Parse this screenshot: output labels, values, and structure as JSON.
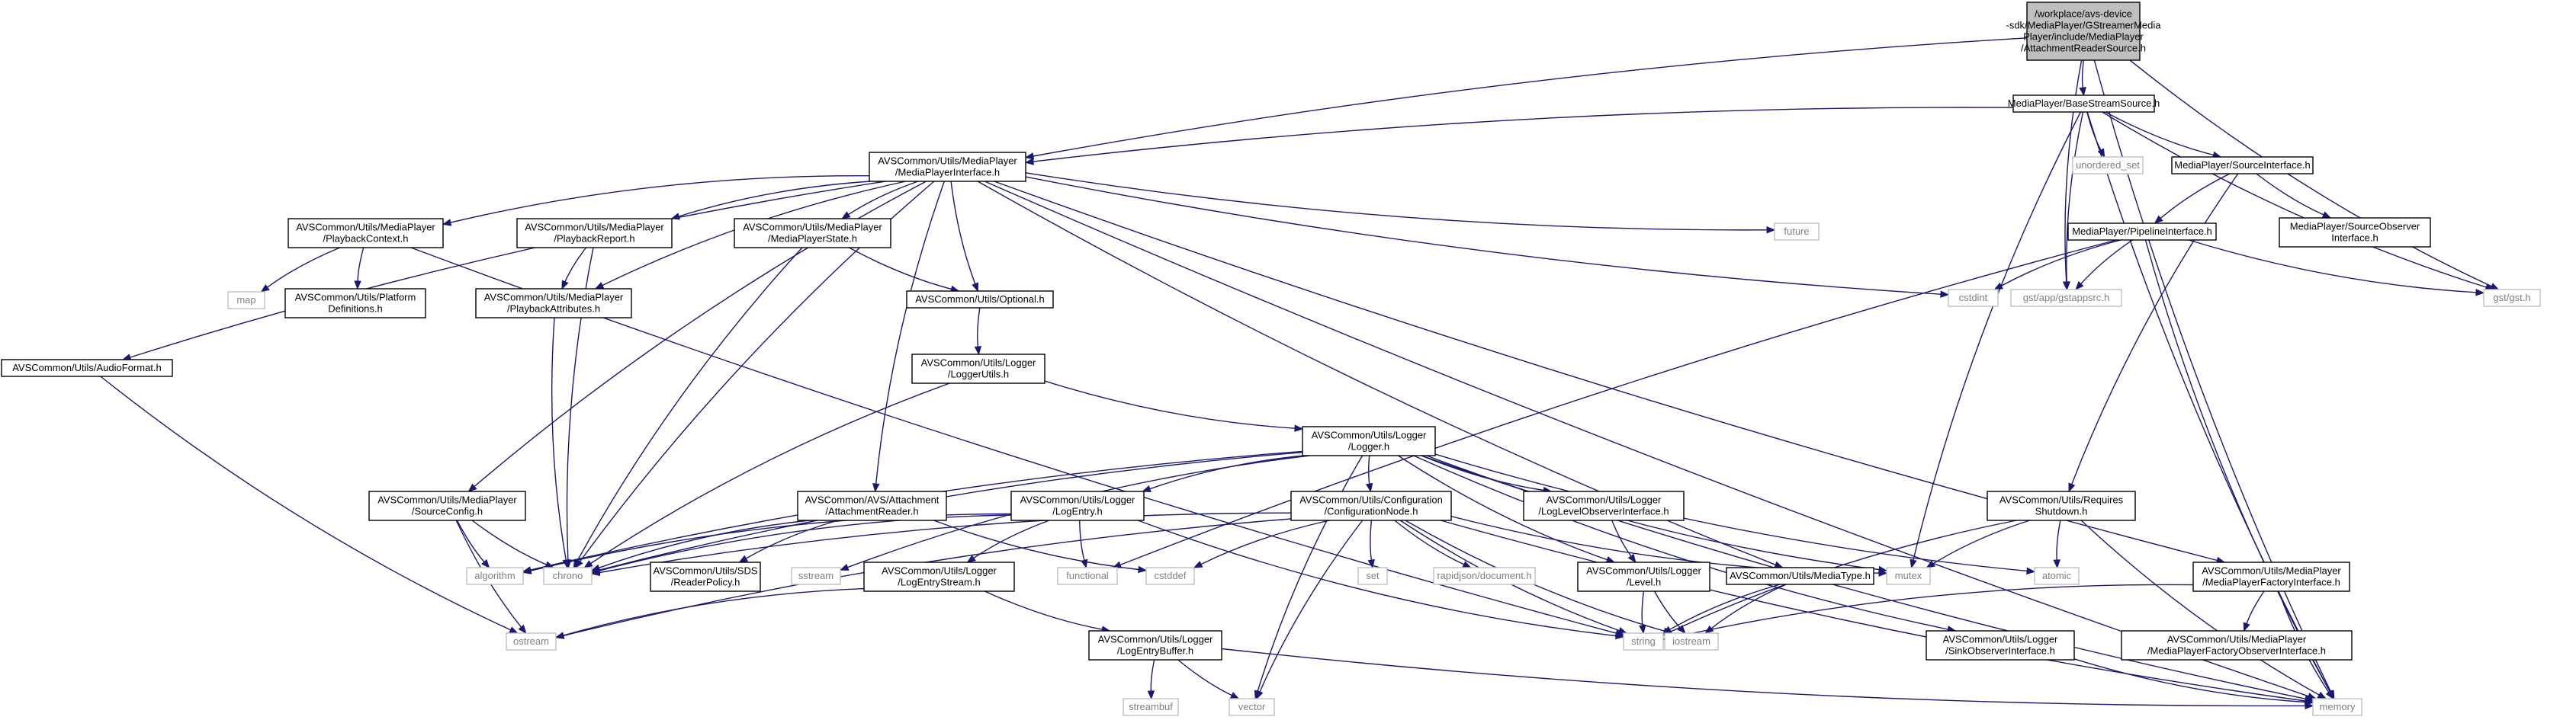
{
  "colors": {
    "edge": "#191970",
    "root_fill": "#bfbfbf",
    "root_stroke": "#000000",
    "node_fill": "#ffffff",
    "node_stroke": "#000000",
    "ext_stroke": "#bfbfbf",
    "ext_text": "#808080",
    "text": "#000000"
  },
  "nodes": [
    {
      "id": "root",
      "kind": "root",
      "lines": [
        "/workplace/avs-device",
        "-sdk/MediaPlayer/GStreamerMedia",
        "Player/include/MediaPlayer",
        "/AttachmentReaderSource.h"
      ]
    },
    {
      "id": "basestream",
      "kind": "file",
      "lines": [
        "MediaPlayer/BaseStreamSource.h"
      ]
    },
    {
      "id": "mpiface",
      "kind": "file",
      "lines": [
        "AVSCommon/Utils/MediaPlayer",
        "/MediaPlayerInterface.h"
      ]
    },
    {
      "id": "unordered_set",
      "kind": "ext",
      "lines": [
        "unordered_set"
      ]
    },
    {
      "id": "sourceiface",
      "kind": "file",
      "lines": [
        "MediaPlayer/SourceInterface.h"
      ]
    },
    {
      "id": "pipeline",
      "kind": "file",
      "lines": [
        "MediaPlayer/PipelineInterface.h"
      ]
    },
    {
      "id": "srcobserver",
      "kind": "file",
      "lines": [
        "MediaPlayer/SourceObserver",
        "Interface.h"
      ]
    },
    {
      "id": "cstdint",
      "kind": "ext",
      "lines": [
        "cstdint"
      ]
    },
    {
      "id": "gstappsrc",
      "kind": "ext",
      "lines": [
        "gst/app/gstappsrc.h"
      ]
    },
    {
      "id": "gstgst",
      "kind": "ext",
      "lines": [
        "gst/gst.h"
      ]
    },
    {
      "id": "future",
      "kind": "ext",
      "lines": [
        "future"
      ]
    },
    {
      "id": "playbackctx",
      "kind": "file",
      "lines": [
        "AVSCommon/Utils/MediaPlayer",
        "/PlaybackContext.h"
      ]
    },
    {
      "id": "playbackreport",
      "kind": "file",
      "lines": [
        "AVSCommon/Utils/MediaPlayer",
        "/PlaybackReport.h"
      ]
    },
    {
      "id": "mpstate",
      "kind": "file",
      "lines": [
        "AVSCommon/Utils/MediaPlayer",
        "/MediaPlayerState.h"
      ]
    },
    {
      "id": "map",
      "kind": "ext",
      "lines": [
        "map"
      ]
    },
    {
      "id": "platform",
      "kind": "file",
      "lines": [
        "AVSCommon/Utils/Platform",
        "Definitions.h"
      ]
    },
    {
      "id": "playbackattr",
      "kind": "file",
      "lines": [
        "AVSCommon/Utils/MediaPlayer",
        "/PlaybackAttributes.h"
      ]
    },
    {
      "id": "optional",
      "kind": "file",
      "lines": [
        "AVSCommon/Utils/Optional.h"
      ]
    },
    {
      "id": "audioformat",
      "kind": "file",
      "lines": [
        "AVSCommon/Utils/AudioFormat.h"
      ]
    },
    {
      "id": "loggerutils",
      "kind": "file",
      "lines": [
        "AVSCommon/Utils/Logger",
        "/LoggerUtils.h"
      ]
    },
    {
      "id": "logger",
      "kind": "file",
      "lines": [
        "AVSCommon/Utils/Logger",
        "/Logger.h"
      ]
    },
    {
      "id": "sourceconfig",
      "kind": "file",
      "lines": [
        "AVSCommon/Utils/MediaPlayer",
        "/SourceConfig.h"
      ]
    },
    {
      "id": "attachreader",
      "kind": "file",
      "lines": [
        "AVSCommon/AVS/Attachment",
        "/AttachmentReader.h"
      ]
    },
    {
      "id": "logentry",
      "kind": "file",
      "lines": [
        "AVSCommon/Utils/Logger",
        "/LogEntry.h"
      ]
    },
    {
      "id": "confignode",
      "kind": "file",
      "lines": [
        "AVSCommon/Utils/Configuration",
        "/ConfigurationNode.h"
      ]
    },
    {
      "id": "loglevelobs",
      "kind": "file",
      "lines": [
        "AVSCommon/Utils/Logger",
        "/LogLevelObserverInterface.h"
      ]
    },
    {
      "id": "reqshutdown",
      "kind": "file",
      "lines": [
        "AVSCommon/Utils/Requires",
        "Shutdown.h"
      ]
    },
    {
      "id": "algorithm",
      "kind": "ext",
      "lines": [
        "algorithm"
      ]
    },
    {
      "id": "chrono",
      "kind": "ext",
      "lines": [
        "chrono"
      ]
    },
    {
      "id": "readerpolicy",
      "kind": "file",
      "lines": [
        "AVSCommon/Utils/SDS",
        "/ReaderPolicy.h"
      ]
    },
    {
      "id": "sstream",
      "kind": "ext",
      "lines": [
        "sstream"
      ]
    },
    {
      "id": "functional",
      "kind": "ext",
      "lines": [
        "functional"
      ]
    },
    {
      "id": "cstddef",
      "kind": "ext",
      "lines": [
        "cstddef"
      ]
    },
    {
      "id": "set",
      "kind": "ext",
      "lines": [
        "set"
      ]
    },
    {
      "id": "rapidjson",
      "kind": "ext",
      "lines": [
        "rapidjson/document.h"
      ]
    },
    {
      "id": "mutex",
      "kind": "ext",
      "lines": [
        "mutex"
      ]
    },
    {
      "id": "atomic",
      "kind": "ext",
      "lines": [
        "atomic"
      ]
    },
    {
      "id": "logentrystream",
      "kind": "file",
      "lines": [
        "AVSCommon/Utils/Logger",
        "/LogEntryStream.h"
      ]
    },
    {
      "id": "level",
      "kind": "file",
      "lines": [
        "AVSCommon/Utils/Logger",
        "/Level.h"
      ]
    },
    {
      "id": "mediatype",
      "kind": "file",
      "lines": [
        "AVSCommon/Utils/MediaType.h"
      ]
    },
    {
      "id": "mpfactory",
      "kind": "file",
      "lines": [
        "AVSCommon/Utils/MediaPlayer",
        "/MediaPlayerFactoryInterface.h"
      ]
    },
    {
      "id": "ostream",
      "kind": "ext",
      "lines": [
        "ostream"
      ]
    },
    {
      "id": "string",
      "kind": "ext",
      "lines": [
        "string"
      ]
    },
    {
      "id": "iostream",
      "kind": "ext",
      "lines": [
        "iostream"
      ]
    },
    {
      "id": "sinkobs",
      "kind": "file",
      "lines": [
        "AVSCommon/Utils/Logger",
        "/SinkObserverInterface.h"
      ]
    },
    {
      "id": "mpfactoryobs",
      "kind": "file",
      "lines": [
        "AVSCommon/Utils/MediaPlayer",
        "/MediaPlayerFactoryObserverInterface.h"
      ]
    },
    {
      "id": "logentrybuffer",
      "kind": "file",
      "lines": [
        "AVSCommon/Utils/Logger",
        "/LogEntryBuffer.h"
      ]
    },
    {
      "id": "streambuf",
      "kind": "ext",
      "lines": [
        "streambuf"
      ]
    },
    {
      "id": "vector",
      "kind": "ext",
      "lines": [
        "vector"
      ]
    },
    {
      "id": "memory",
      "kind": "ext",
      "lines": [
        "memory"
      ]
    }
  ],
  "edges": [
    [
      "root",
      "basestream"
    ],
    [
      "root",
      "mpiface"
    ],
    [
      "root",
      "gstappsrc"
    ],
    [
      "root",
      "gstgst"
    ],
    [
      "root",
      "memory"
    ],
    [
      "basestream",
      "mpiface"
    ],
    [
      "basestream",
      "unordered_set"
    ],
    [
      "basestream",
      "sourceiface"
    ],
    [
      "basestream",
      "gstappsrc"
    ],
    [
      "basestream",
      "gstgst"
    ],
    [
      "basestream",
      "mutex"
    ],
    [
      "basestream",
      "memory"
    ],
    [
      "sourceiface",
      "pipeline"
    ],
    [
      "sourceiface",
      "srcobserver"
    ],
    [
      "sourceiface",
      "reqshutdown"
    ],
    [
      "pipeline",
      "cstdint"
    ],
    [
      "pipeline",
      "gstappsrc"
    ],
    [
      "pipeline",
      "gstgst"
    ],
    [
      "pipeline",
      "functional"
    ],
    [
      "pipeline",
      "memory"
    ],
    [
      "mpiface",
      "audioformat"
    ],
    [
      "mpiface",
      "playbackctx"
    ],
    [
      "mpiface",
      "playbackreport"
    ],
    [
      "mpiface",
      "mpstate"
    ],
    [
      "mpiface",
      "playbackattr"
    ],
    [
      "mpiface",
      "optional"
    ],
    [
      "mpiface",
      "future"
    ],
    [
      "mpiface",
      "cstdint"
    ],
    [
      "mpiface",
      "sourceconfig"
    ],
    [
      "mpiface",
      "attachreader"
    ],
    [
      "mpiface",
      "chrono"
    ],
    [
      "mpiface",
      "mediatype"
    ],
    [
      "mpiface",
      "mpfactory"
    ],
    [
      "mpiface",
      "memory"
    ],
    [
      "playbackctx",
      "map"
    ],
    [
      "playbackctx",
      "platform"
    ],
    [
      "playbackctx",
      "string"
    ],
    [
      "playbackreport",
      "playbackattr"
    ],
    [
      "playbackreport",
      "chrono"
    ],
    [
      "playbackattr",
      "chrono"
    ],
    [
      "mpstate",
      "optional"
    ],
    [
      "mpstate",
      "chrono"
    ],
    [
      "optional",
      "loggerutils"
    ],
    [
      "loggerutils",
      "logger"
    ],
    [
      "loggerutils",
      "chrono"
    ],
    [
      "audioformat",
      "ostream"
    ],
    [
      "logger",
      "logentry"
    ],
    [
      "logger",
      "confignode"
    ],
    [
      "logger",
      "loglevelobs"
    ],
    [
      "logger",
      "level"
    ],
    [
      "logger",
      "sinkobs"
    ],
    [
      "logger",
      "atomic"
    ],
    [
      "logger",
      "chrono"
    ],
    [
      "logger",
      "mutex"
    ],
    [
      "logger",
      "sstream"
    ],
    [
      "logger",
      "vector"
    ],
    [
      "logger",
      "algorithm"
    ],
    [
      "logger",
      "memory"
    ],
    [
      "sourceconfig",
      "algorithm"
    ],
    [
      "sourceconfig",
      "chrono"
    ],
    [
      "sourceconfig",
      "ostream"
    ],
    [
      "attachreader",
      "chrono"
    ],
    [
      "attachreader",
      "readerpolicy"
    ],
    [
      "attachreader",
      "cstddef"
    ],
    [
      "logentry",
      "logentrystream"
    ],
    [
      "logentry",
      "functional"
    ],
    [
      "logentry",
      "chrono"
    ],
    [
      "logentry",
      "string"
    ],
    [
      "logentry",
      "algorithm"
    ],
    [
      "confignode",
      "chrono"
    ],
    [
      "confignode",
      "cstddef"
    ],
    [
      "confignode",
      "set"
    ],
    [
      "confignode",
      "rapidjson"
    ],
    [
      "confignode",
      "mutex"
    ],
    [
      "confignode",
      "iostream"
    ],
    [
      "confignode",
      "string"
    ],
    [
      "confignode",
      "vector"
    ],
    [
      "confignode",
      "ostream"
    ],
    [
      "confignode",
      "memory"
    ],
    [
      "loglevelobs",
      "level"
    ],
    [
      "level",
      "string"
    ],
    [
      "level",
      "iostream"
    ],
    [
      "logentrystream",
      "logentrybuffer"
    ],
    [
      "logentrystream",
      "ostream"
    ],
    [
      "logentrybuffer",
      "streambuf"
    ],
    [
      "logentrybuffer",
      "vector"
    ],
    [
      "logentrybuffer",
      "memory"
    ],
    [
      "mediatype",
      "string"
    ],
    [
      "mediatype",
      "iostream"
    ],
    [
      "reqshutdown",
      "mutex"
    ],
    [
      "reqshutdown",
      "atomic"
    ],
    [
      "reqshutdown",
      "string"
    ],
    [
      "reqshutdown",
      "memory"
    ],
    [
      "mpfactory",
      "mpfactoryobs"
    ],
    [
      "mpfactory",
      "string"
    ],
    [
      "mpfactory",
      "memory"
    ],
    [
      "sinkobs",
      "memory"
    ]
  ]
}
